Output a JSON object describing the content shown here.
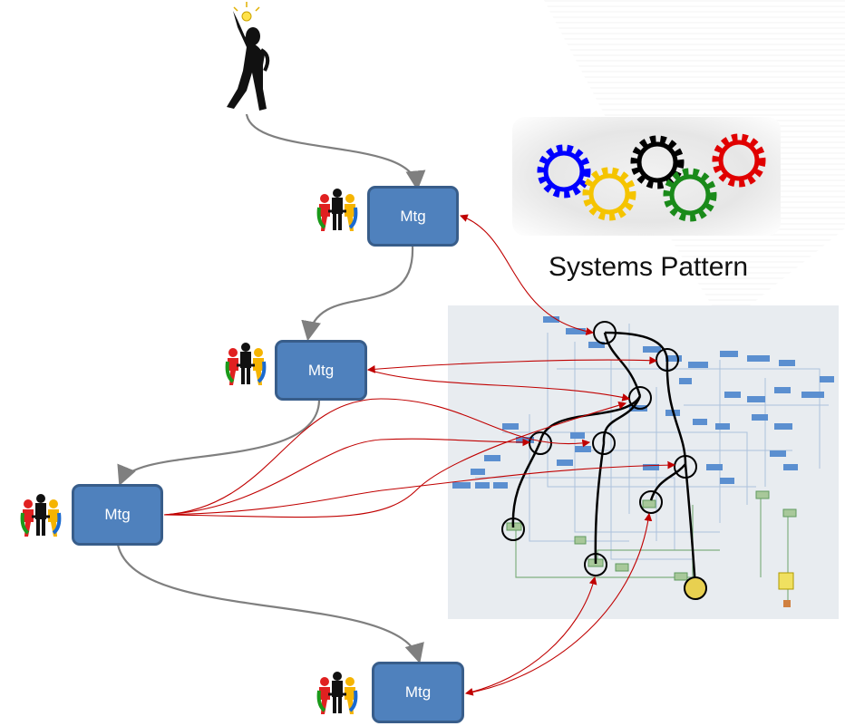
{
  "meetings": [
    {
      "label": "Mtg"
    },
    {
      "label": "Mtg"
    },
    {
      "label": "Mtg"
    },
    {
      "label": "Mtg"
    }
  ],
  "systems_pattern": {
    "title": "Systems Pattern",
    "gear_colors": [
      "#0000ff",
      "#f5c400",
      "#000000",
      "#1a8a1a",
      "#e00000"
    ]
  },
  "colors": {
    "meeting_fill": "#4f81bd",
    "meeting_border": "#385d8a",
    "flow_arrow": "#7f7f7f",
    "link_arrow": "#c00000"
  },
  "icons": [
    "idea-person-icon",
    "team-people-icon",
    "gears-icon",
    "system-diagram-image"
  ]
}
